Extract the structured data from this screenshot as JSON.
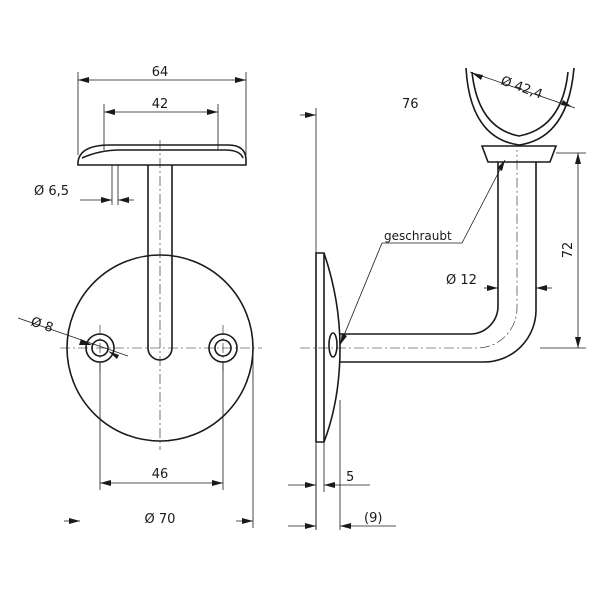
{
  "drawing": {
    "front_view": {
      "dim_flange_width": "64",
      "dim_screw_spacing_top": "42",
      "dim_screw_hole": "Ø 6,5",
      "dim_mount_hole": "Ø 8",
      "dim_hole_spacing": "46",
      "dim_base_diameter": "Ø 70"
    },
    "side_view": {
      "dim_saddle": "Ø 42,4",
      "dim_projection": "76",
      "dim_height": "72",
      "dim_tube": "Ø 12",
      "label_screwed": "geschraubt",
      "dim_base_thickness": "5",
      "dim_total_base": "(9)"
    }
  }
}
